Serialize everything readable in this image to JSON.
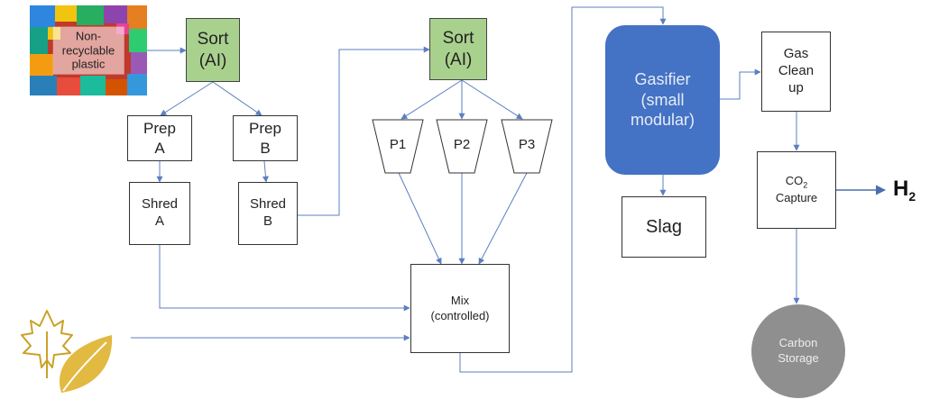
{
  "input": {
    "plastic_label": "Non-\nrecyclable\nplastic"
  },
  "nodes": {
    "sort1": "Sort\n(AI)",
    "sort2": "Sort\n(AI)",
    "prep_a": "Prep\nA",
    "prep_b": "Prep\nB",
    "shred_a": "Shred\nA",
    "shred_b": "Shred\nB",
    "p1": "P1",
    "p2": "P2",
    "p3": "P3",
    "mix": "Mix\n(controlled)",
    "gasifier": "Gasifier\n(small\nmodular)",
    "slag": "Slag",
    "gas_cleanup": "Gas\nClean\nup",
    "co2_capture": {
      "co": "CO",
      "sub": "2",
      "rest": "Capture"
    },
    "carbon_storage": "Carbon\nStorage"
  },
  "output": {
    "h": "H",
    "sub": "2"
  },
  "colors": {
    "sort_fill": "#a9d18e",
    "gasifier_fill": "#4472c4",
    "storage_fill": "#8f8f8f",
    "arrow": "#5b7fc0",
    "leaf": "#c9a227"
  }
}
